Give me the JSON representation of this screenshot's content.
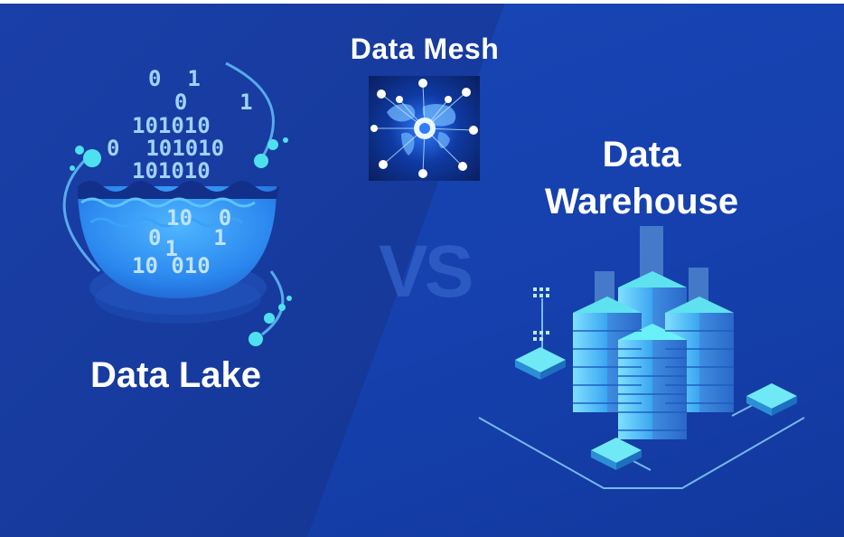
{
  "mesh": {
    "title": "Data Mesh"
  },
  "lake": {
    "title": "Data Lake",
    "binary_top": [
      "0  1",
      "  0    1",
      "101010",
      "0  101010",
      "101010"
    ],
    "binary_bottom": [
      "10  0",
      "0    1",
      " 1",
      "10 010"
    ]
  },
  "vs": {
    "text": "VS"
  },
  "warehouse": {
    "title_line1": "Data",
    "title_line2": "Warehouse"
  },
  "colors": {
    "background": "#163a9c",
    "accent": "#4fe0f0",
    "lake_water": "#2f8ff0",
    "text": "#ffffff"
  },
  "icons": [
    "data-lake-icon",
    "data-mesh-network-image",
    "data-warehouse-servers-icon"
  ]
}
